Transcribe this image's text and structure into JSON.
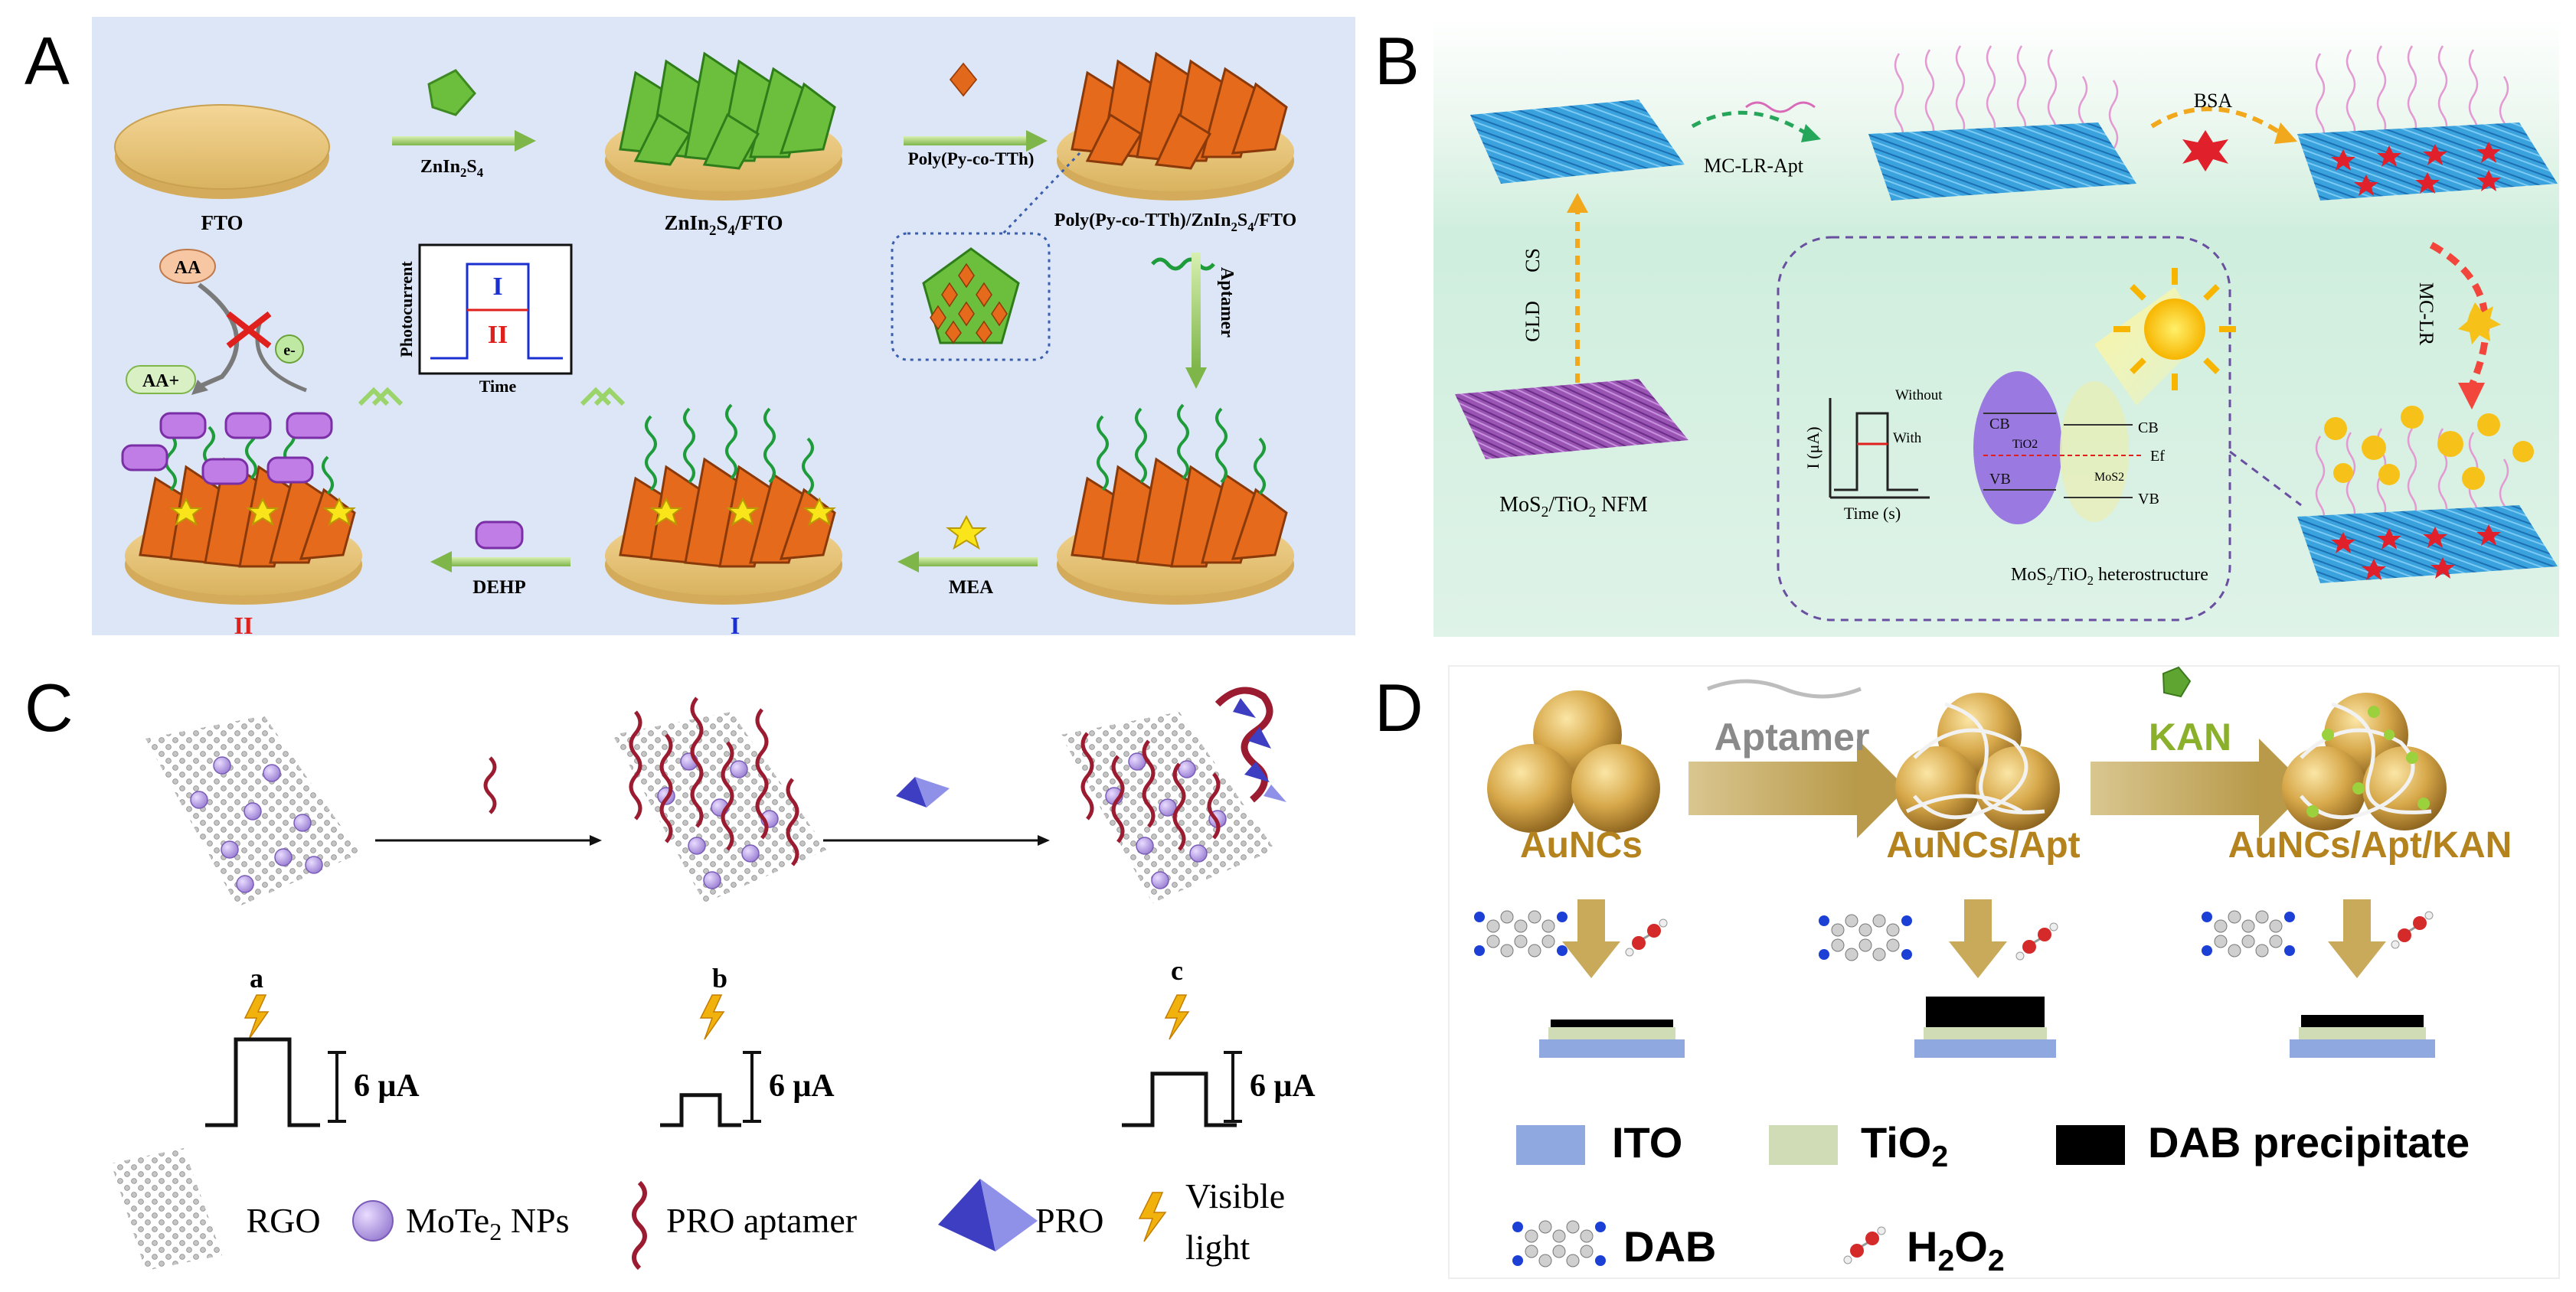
{
  "panel_letters": {
    "a": "A",
    "b": "B",
    "c": "C",
    "d": "D"
  },
  "panel_a": {
    "fto": "FTO",
    "reagent_1": "ZnIn",
    "reagent_1_sub1": "2",
    "reagent_1_mid": "S",
    "reagent_1_sub2": "4",
    "product_1_a": "ZnIn",
    "product_1_sub1": "2",
    "product_1_mid": "S",
    "product_1_sub2": "4",
    "product_1_end": "/FTO",
    "reagent_2": "Poly(Py-co-TTh)",
    "product_2_a": "Poly(Py-co-TTh)/ZnIn",
    "product_2_sub1": "2",
    "product_2_mid": "S",
    "product_2_sub2": "4",
    "product_2_end": "/FTO",
    "reagent_3": "Aptamer",
    "reagent_4": "MEA",
    "reagent_5": "DEHP",
    "aa": "AA",
    "aa_plus": "AA+",
    "electron": "e-",
    "state_1": "I",
    "state_2": "II",
    "graph_ylabel": "Photocurrent",
    "graph_xlabel": "Time",
    "graph_label_1": "I",
    "graph_label_2": "II",
    "colors": {
      "background": "#dde6f6",
      "state_1": "#1a2fd1",
      "state_2": "#e0201c"
    }
  },
  "panel_b": {
    "apt": "MC-LR-Apt",
    "bsa": "BSA",
    "cs": "CS",
    "gld": "GLD",
    "mclr": "MC-LR",
    "nfm_a": "MoS",
    "nfm_sub1": "2",
    "nfm_b": "/TiO",
    "nfm_sub2": "2",
    "nfm_c": " NFM",
    "hetero_a": "MoS",
    "hetero_sub1": "2",
    "hetero_b": "/TiO",
    "hetero_sub2": "2",
    "hetero_c": " heterostructure",
    "ylabel": "I (μA)",
    "xlabel": "Time (s)",
    "without": "Without",
    "with": "With",
    "cb": "CB",
    "vb": "VB",
    "ef": "Ef",
    "tio2": "TiO2",
    "mos2": "MoS2",
    "cb2": "CB",
    "vb2": "VB",
    "colors": {
      "membrane": "#2f95d4",
      "nfm": "#8c4aa8",
      "star": "#e0202a",
      "toxin": "#f6c21a"
    }
  },
  "panel_c": {
    "step_a": "a",
    "step_b": "b",
    "step_c": "c",
    "scale": "6 μA",
    "legend": {
      "rgo": "RGO",
      "mote_a": "MoTe",
      "mote_sub": "2",
      "mote_b": " NPs",
      "apt": "PRO aptamer",
      "pro": "PRO",
      "light_1": "Visible",
      "light_2": "light"
    },
    "photocurrent_levels": {
      "a": 1.0,
      "b": 0.35,
      "c": 0.6
    }
  },
  "panel_d": {
    "aptamer": "Aptamer",
    "kan": "KAN",
    "label_1": "AuNCs",
    "label_2": "AuNCs/Apt",
    "label_3": "AuNCs/Apt/KAN",
    "legend": {
      "ito": "ITO",
      "tio2_a": "TiO",
      "tio2_sub": "2",
      "dab_ppt": "DAB precipitate",
      "dab": "DAB",
      "h2o2_a": "H",
      "h2o2_sub1": "2",
      "h2o2_b": "O",
      "h2o2_sub2": "2"
    },
    "precipitate_levels": {
      "auncs": 0.25,
      "apt": 1.0,
      "kan": 0.4
    },
    "colors": {
      "label": "#b5831e",
      "kan": "#8bb02c",
      "ito": "#8fa8e0",
      "tio2": "#cfdcb6"
    }
  }
}
